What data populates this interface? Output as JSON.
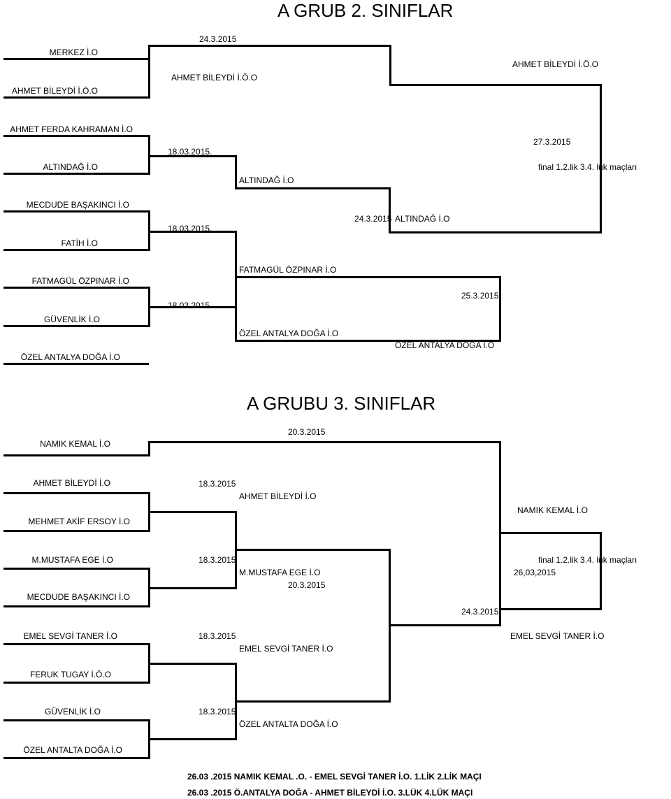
{
  "group_a2": {
    "title": "A GRUB 2. SINIFLAR",
    "teams": [
      "MERKEZ İ.O",
      "AHMET BİLEYDİ İ.Ö.O",
      "AHMET FERDA KAHRAMAN İ.O",
      "ALTINDAĞ İ.O",
      "MECDUDE  BAŞAKINCI İ.O",
      "FATİH İ.O",
      "FATMAGÜL ÖZPINAR İ.O",
      "GÜVENLİK İ.O",
      "ÖZEL ANTALYA DOĞA İ.O"
    ],
    "round1_dates": [
      "18.03.2015.",
      "18.03.2015.",
      "18.03.2015."
    ],
    "round2_date": "24.3.2015",
    "round2_winners": [
      "AHMET BİLEYDİ İ.Ö.O",
      "ALTINDAĞ İ.O",
      "FATMAGÜL ÖZPINAR İ.O",
      "ÖZEL ANTALYA DOĞA İ.O"
    ],
    "semi_dates": [
      "24.3.2015",
      "25.3.2015"
    ],
    "semi_winners": [
      "ALTINDAĞ İ.O",
      "ÖZEL ANTALYA DOĞA İ.O"
    ],
    "final_date": "27.3.2015",
    "final_note": "final 1.2.lik 3.4. lük maçları",
    "champion": "AHMET BİLEYDİ İ.Ö.O"
  },
  "group_a3": {
    "title": "A GRUBU 3. SINIFLAR",
    "teams": [
      "NAMIK KEMAL İ.O",
      "AHMET BİLEYDİ İ.O",
      "MEHMET AKİF ERSOY İ.O",
      "M.MUSTAFA EGE İ.O",
      "MECDUDE BAŞAKINCI İ.O",
      "EMEL SEVGİ TANER İ.O",
      "FERUK TUGAY İ.Ö.O",
      "GÜVENLİK İ.O",
      "ÖZEL ANTALTA DOĞA İ.O"
    ],
    "round1_dates": [
      "18.3.2015",
      "18.3.2015",
      "18.3.2015",
      "18.3.2015"
    ],
    "round1_winners": [
      "AHMET BİLEYDİ İ.O",
      "M.MUSTAFA EGE İ.O",
      "EMEL SEVGİ TANER İ.O",
      "ÖZEL ANTALTA DOĞA İ.O"
    ],
    "round2_dates": [
      "20.3.2015",
      "20.3.2015"
    ],
    "semi_date": "24.3.2015",
    "semi_winners": [
      "NAMIK KEMAL İ.O",
      "EMEL SEVGİ TANER İ.O"
    ],
    "final_note": "final 1.2.lik 3.4. lük maçları",
    "final_date": "26,03,2015",
    "footer": [
      "26.03 .2015 NAMIK KEMAL .O. - EMEL SEVGİ TANER İ.O. 1.LİK 2.LİK MAÇI",
      "26.03 .2015 Ö.ANTALYA DOĞA - AHMET BİLEYDİ İ.O. 3.LÜK 4.LÜK MAÇI"
    ]
  }
}
